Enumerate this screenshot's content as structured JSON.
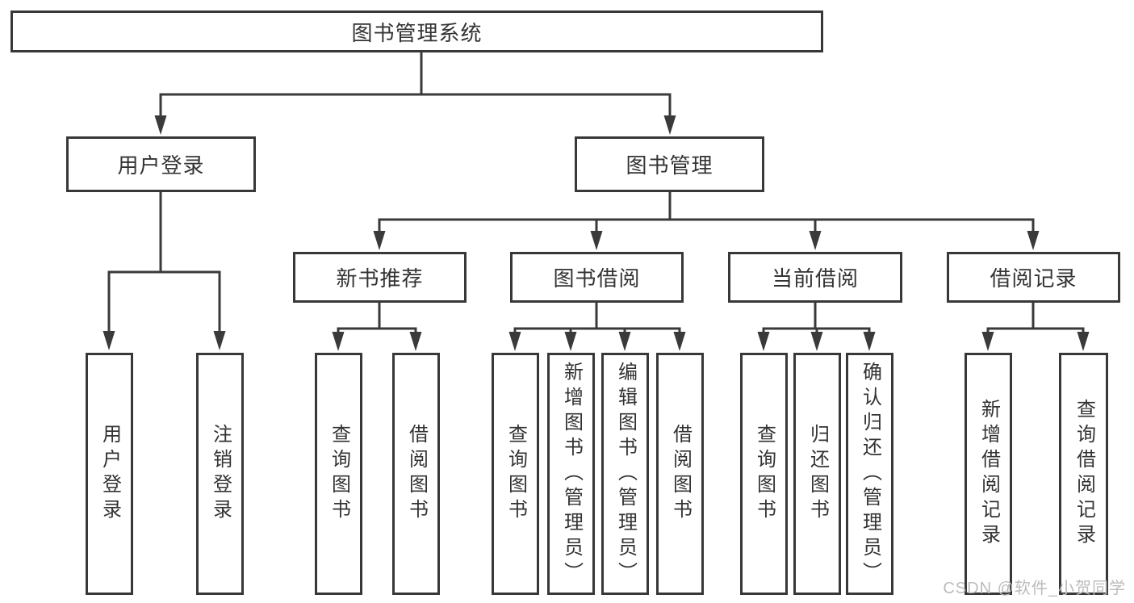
{
  "root": {
    "label": "图书管理系统"
  },
  "branches": {
    "user_login": {
      "label": "用户登录",
      "children": [
        {
          "label": "用户登录"
        },
        {
          "label": "注销登录"
        }
      ]
    },
    "book_management": {
      "label": "图书管理",
      "children": [
        {
          "label": "新书推荐",
          "children": [
            {
              "label": "查询图书"
            },
            {
              "label": "借阅图书"
            }
          ]
        },
        {
          "label": "图书借阅",
          "children": [
            {
              "label": "查询图书"
            },
            {
              "label": "新增图书（管理员）"
            },
            {
              "label": "编辑图书（管理员）"
            },
            {
              "label": "借阅图书"
            }
          ]
        },
        {
          "label": "当前借阅",
          "children": [
            {
              "label": "查询图书"
            },
            {
              "label": "归还图书"
            },
            {
              "label": "确认归还（管理员）"
            }
          ]
        },
        {
          "label": "借阅记录",
          "children": [
            {
              "label": "新增借阅记录"
            },
            {
              "label": "查询借阅记录"
            }
          ]
        }
      ]
    }
  },
  "watermark": {
    "label": "CSDN @软件_小贺同学"
  },
  "colors": {
    "line": "#3a3a3a",
    "border": "#383838",
    "text": "#333333",
    "watermark": "#bcbcbc",
    "background": "#ffffff"
  }
}
